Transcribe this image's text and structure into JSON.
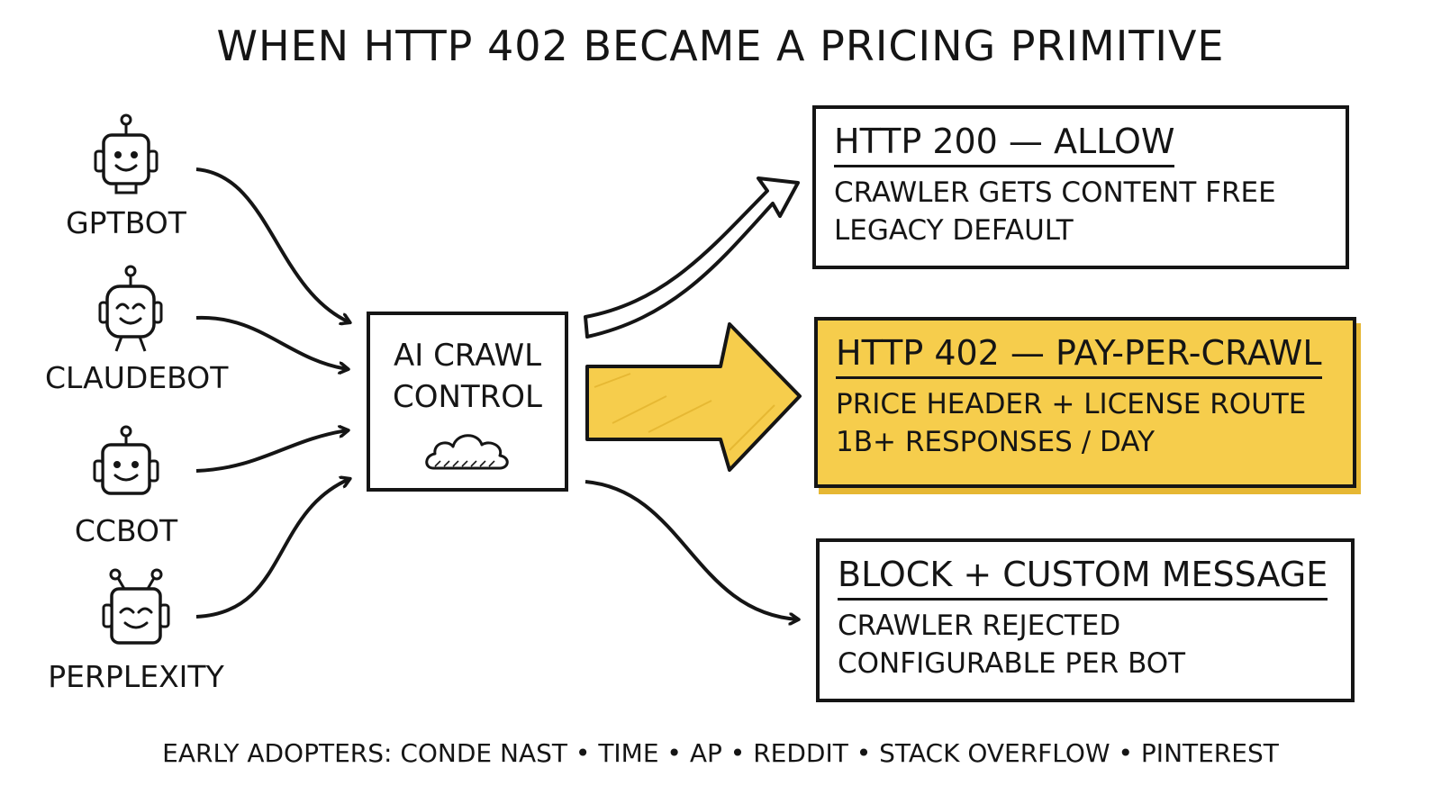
{
  "title": "WHEN HTTP 402 BECAME A PRICING PRIMITIVE",
  "bots": [
    {
      "label": "GPTBOT",
      "icon": "robot-smiling-icon"
    },
    {
      "label": "CLAUDEBOT",
      "icon": "robot-happy-icon"
    },
    {
      "label": "CCBOT",
      "icon": "robot-smiling-icon"
    },
    {
      "label": "PERPLEXITY",
      "icon": "robot-happy-icon"
    }
  ],
  "hub": {
    "title_line1": "AI CRAWL",
    "title_line2": "CONTROL",
    "icon": "cloud-icon"
  },
  "outcomes": [
    {
      "title": "HTTP 200 — ALLOW",
      "line1": "CRAWLER GETS CONTENT FREE",
      "line2": "LEGACY DEFAULT"
    },
    {
      "title": "HTTP 402 — PAY-PER-CRAWL",
      "line1": "PRICE HEADER + LICENSE ROUTE",
      "line2": "1B+ RESPONSES / DAY"
    },
    {
      "title": "BLOCK + CUSTOM MESSAGE",
      "line1": "CRAWLER REJECTED",
      "line2": "CONFIGURABLE PER BOT"
    }
  ],
  "footer": "EARLY ADOPTERS: CONDE NAST • TIME • AP • REDDIT • STACK OVERFLOW • PINTEREST",
  "colors": {
    "highlight": "#f6cd4c",
    "ink": "#151515"
  }
}
